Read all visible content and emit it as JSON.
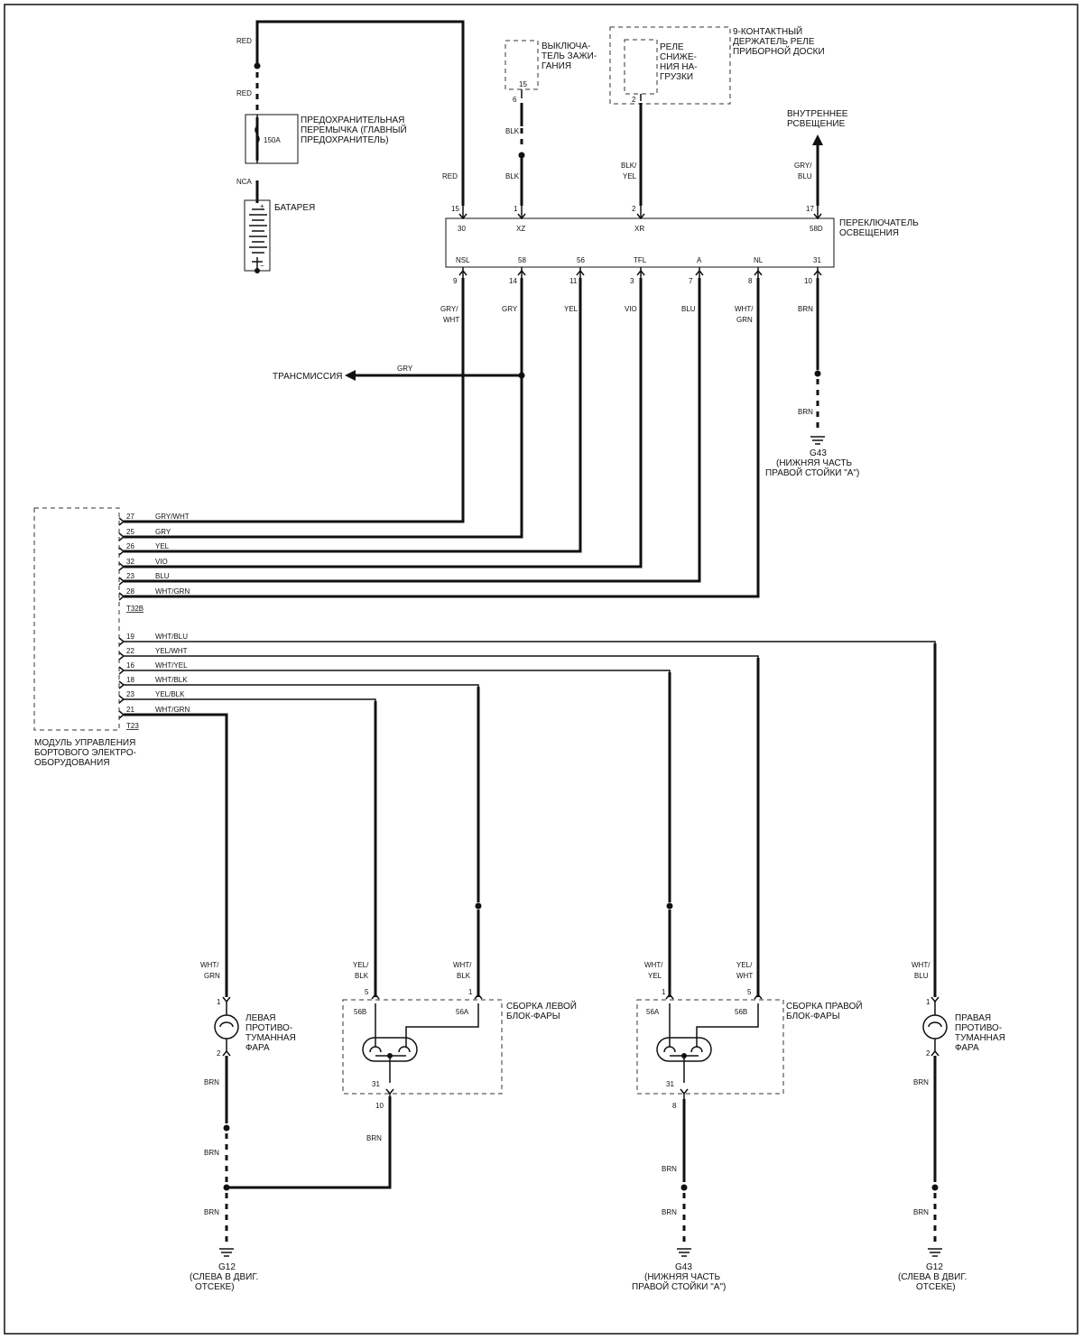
{
  "components": {
    "fuse_link": [
      "ПРЕДОХРАНИТЕЛЬНАЯ",
      "ПЕРЕМЫЧКА (ГЛАВНЫЙ",
      "ПРЕДОХРАНИТЕЛЬ)"
    ],
    "fuse_rating": "150A",
    "battery": "БАТАРЕЯ",
    "battery_plus": "+",
    "battery_minus": "−",
    "ignition_switch": [
      "ВЫКЛЮЧА-",
      "ТЕЛЬ ЗАЖИ-",
      "ГАНИЯ"
    ],
    "relay_holder": [
      "9-КОНТАКТНЫЙ",
      "ДЕРЖАТЕЛЬ РЕЛЕ",
      "ПРИБОРНОЙ ДОСКИ"
    ],
    "relay": [
      "РЕЛЕ",
      "СНИЖЕ-",
      "НИЯ НА-",
      "ГРУЗКИ"
    ],
    "interior_light": [
      "ВНУТРЕННЕЕ",
      "РСВЕЩЕНИЕ"
    ],
    "light_switch": [
      "ПЕРЕКЛЮЧАТЕЛЬ",
      "ОСВЕЩЕНИЯ"
    ],
    "transmission": "ТРАНСМИССИЯ",
    "module": [
      "МОДУЛЬ УПРАВЛЕНИЯ",
      "БОРТОВОГО ЭЛЕКТРО-",
      "ОБОРУДОВАНИЯ"
    ],
    "left_fog": [
      "ЛЕВАЯ",
      "ПРОТИВО-",
      "ТУМАННАЯ",
      "ФАРА"
    ],
    "right_fog": [
      "ПРАВАЯ",
      "ПРОТИВО-",
      "ТУМАННАЯ",
      "ФАРА"
    ],
    "left_headlamp": [
      "СБОРКА ЛЕВОЙ",
      "БЛОК-ФАРЫ"
    ],
    "right_headlamp": [
      "СБОРКА ПРАВОЙ",
      "БЛОК-ФАРЫ"
    ],
    "module_conn_upper": "T32B",
    "module_conn_lower": "T23"
  },
  "grounds": {
    "g43_top": [
      "G43",
      "(НИЖНЯЯ ЧАСТЬ",
      "ПРАВОЙ СТОЙКИ \"А\")"
    ],
    "g12_left": [
      "G12",
      "(СЛЕВА В ДВИГ.",
      "ОТСЕКЕ)"
    ],
    "g43_bottom": [
      "G43",
      "(НИЖНЯЯ ЧАСТЬ",
      "ПРАВОЙ СТОЙКИ \"А\")"
    ],
    "g12_right": [
      "G12",
      "(СЛЕВА В ДВИГ.",
      "ОТСЕКЕ)"
    ]
  },
  "switch_terms_top": [
    "30",
    "XZ",
    "XR",
    "58D"
  ],
  "switch_terms_bottom": [
    "NSL",
    "58",
    "56",
    "TFL",
    "A",
    "NL",
    "31"
  ],
  "switch_pins_top": [
    "15",
    "1",
    "2",
    "17"
  ],
  "switch_pins_bottom": [
    "9",
    "14",
    "11",
    "3",
    "7",
    "8",
    "10"
  ],
  "wire_colors": {
    "red1": "RED",
    "red2": "RED",
    "nca": "NCA",
    "red3": "RED",
    "blk1": "BLK",
    "blk2": "BLK",
    "blkyel": [
      "BLK/",
      "YEL"
    ],
    "grybl": [
      "GRY/",
      "BLU"
    ],
    "bot": [
      [
        "GRY/",
        "WHT"
      ],
      [
        "GRY"
      ],
      [
        "YEL"
      ],
      [
        "VIO"
      ],
      [
        "BLU"
      ],
      [
        "WHT/",
        "GRN"
      ],
      [
        "BRN"
      ]
    ],
    "brn_g43": "BRN",
    "gry_trans": "GRY"
  },
  "ignition_pins": [
    "15",
    "6"
  ],
  "relay_pin": "2",
  "module_upper": [
    {
      "pin": "27",
      "color": "GRY/WHT"
    },
    {
      "pin": "25",
      "color": "GRY"
    },
    {
      "pin": "26",
      "color": "YEL"
    },
    {
      "pin": "32",
      "color": "VIO"
    },
    {
      "pin": "23",
      "color": "BLU"
    },
    {
      "pin": "28",
      "color": "WHT/GRN"
    }
  ],
  "module_lower": [
    {
      "pin": "19",
      "color": "WHT/BLU"
    },
    {
      "pin": "22",
      "color": "YEL/WHT"
    },
    {
      "pin": "16",
      "color": "WHT/YEL"
    },
    {
      "pin": "18",
      "color": "WHT/BLK"
    },
    {
      "pin": "23",
      "color": "YEL/BLK"
    },
    {
      "pin": "21",
      "color": "WHT/GRN"
    }
  ],
  "bottom_wires": {
    "lf_top": [
      "WHT/",
      "GRN"
    ],
    "lf_pin1": "1",
    "lf_pin2": "2",
    "lf_brn1": "BRN",
    "lf_brn2": "BRN",
    "lf_brn3": "BRN",
    "lh_a": [
      "YEL/",
      "BLK"
    ],
    "lh_b": [
      "WHT/",
      "BLK"
    ],
    "lh_pin5": "5",
    "lh_pin1": "1",
    "lh_56b": "56B",
    "lh_56a": "56A",
    "lh_31": "31",
    "lh_pin10": "10",
    "lh_brn": "BRN",
    "rh_a": [
      "WHT/",
      "YEL"
    ],
    "rh_b": [
      "YEL/",
      "WHT"
    ],
    "rh_pin1": "1",
    "rh_pin5": "5",
    "rh_56a": "56A",
    "rh_56b": "56B",
    "rh_31": "31",
    "rh_pin8": "8",
    "rh_brn1": "BRN",
    "rh_brn2": "BRN",
    "rf_top": [
      "WHT/",
      "BLU"
    ],
    "rf_pin1": "1",
    "rf_pin2": "2",
    "rf_brn1": "BRN",
    "rf_brn2": "BRN"
  }
}
